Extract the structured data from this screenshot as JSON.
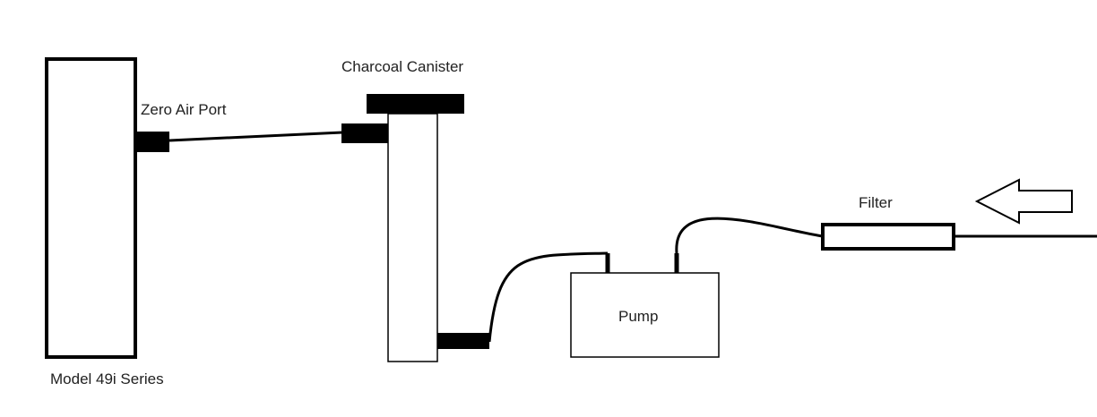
{
  "labels": {
    "charcoal_canister": "Charcoal Canister",
    "zero_air_port": "Zero Air Port",
    "filter": "Filter",
    "pump": "Pump",
    "model": "Model 49i Series"
  },
  "colors": {
    "stroke": "#000000",
    "text": "#222222",
    "background": "#ffffff"
  }
}
